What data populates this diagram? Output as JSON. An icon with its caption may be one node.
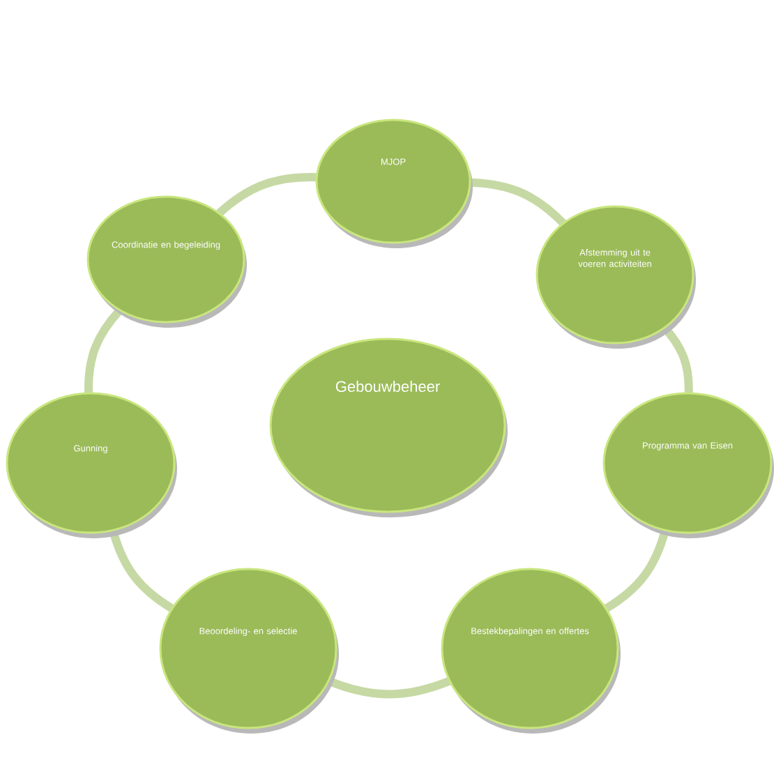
{
  "diagram": {
    "nodes": [
      {
        "text": [
          "Gebouwbeheer"
        ]
      },
      {
        "text": [
          "MJOP"
        ]
      },
      {
        "text": [
          "Afstemming uit te voeren activiteiten"
        ]
      },
      {
        "text": [
          "Programma van Eisen"
        ]
      },
      {
        "text": [
          "Bestekbepalingen en offertes"
        ]
      },
      {
        "text": [
          "Beoordeling- en selectie"
        ]
      },
      {
        "text": [
          "Gunning"
        ]
      },
      {
        "text": [
          "Coordinatie en begeleiding"
        ]
      }
    ],
    "edges": [
      {
        "from": 1,
        "to": 2,
        "arrow": "none"
      },
      {
        "from": 2,
        "to": 3,
        "arrow": "none"
      },
      {
        "from": 3,
        "to": 4,
        "arrow": "none"
      },
      {
        "from": 4,
        "to": 5,
        "arrow": "none"
      },
      {
        "from": 5,
        "to": 6,
        "arrow": "none"
      },
      {
        "from": 6,
        "to": 7,
        "arrow": "none"
      },
      {
        "from": 7,
        "to": 1,
        "arrow": "none"
      }
    ]
  }
}
